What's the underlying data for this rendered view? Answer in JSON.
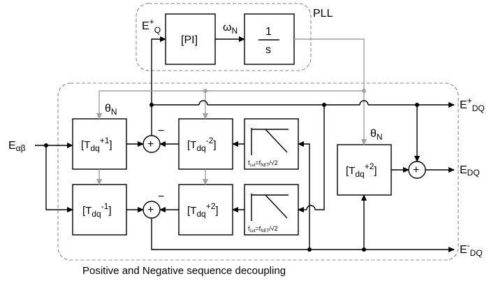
{
  "pll": {
    "label": "PLL",
    "input_label": "E",
    "input_sup": "+",
    "input_sub": "Q",
    "pi_label": "[PI]",
    "omega_label": "ω",
    "omega_sub": "N",
    "integrator_num": "1",
    "integrator_den": "s"
  },
  "decoupling": {
    "caption": "Positive and Negative sequence decoupling",
    "theta_label": "θ",
    "theta_sub": "N"
  },
  "input": {
    "label": "E",
    "sub": "αβ"
  },
  "blocks": {
    "tdq_p1": {
      "base": "[T",
      "sub": "dq",
      "sup": "+1",
      "close": "]"
    },
    "tdq_m1": {
      "base": "[T",
      "sub": "dq",
      "sup": "-1",
      "close": "]"
    },
    "tdq_m2": {
      "base": "[T",
      "sub": "dq",
      "sup": "-2",
      "close": "]"
    },
    "tdq_p2": {
      "base": "[T",
      "sub": "dq",
      "sup": "+2",
      "close": "]"
    },
    "tdq_p2_out": {
      "base": "[T",
      "sub": "dq",
      "sup": "+2",
      "close": "]"
    },
    "filter_top": {
      "text": "f",
      "sub": "cut",
      "eq": "=f",
      "sub2": "NET",
      "tail": "/√2"
    },
    "filter_bot": {
      "text": "f",
      "sub": "cut",
      "eq": "=f",
      "sub2": "NET",
      "tail": "/√2"
    }
  },
  "signs": {
    "plus": "+",
    "minus": "−"
  },
  "outputs": {
    "pos": {
      "label": "E",
      "sup": "+",
      "sub": "DQ"
    },
    "total": {
      "label": "E",
      "sub": "DQ"
    },
    "neg": {
      "label": "E",
      "sup": "-",
      "sub": "DQ"
    }
  }
}
